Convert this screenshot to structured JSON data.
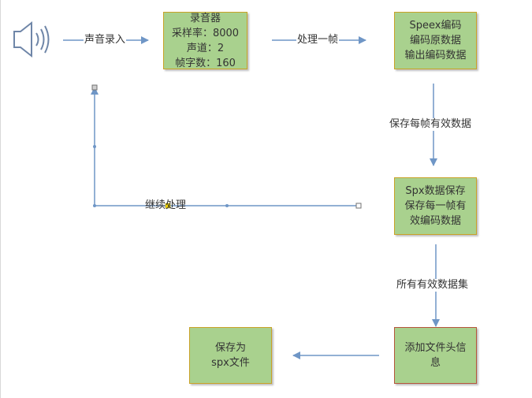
{
  "nodes": {
    "recorder": {
      "lines": [
        "录音器",
        "采样率：8000",
        "声道：2",
        "帧字数：160"
      ]
    },
    "speex": {
      "lines": [
        "Speex编码",
        "编码原数据",
        "输出编码数据"
      ]
    },
    "spx_save": {
      "lines": [
        "Spx数据保存",
        "保存每一帧有",
        "效编码数据"
      ]
    },
    "add_header": {
      "lines": [
        "添加文件头信",
        "息"
      ]
    },
    "save_file": {
      "lines": [
        "保存为",
        "spx文件"
      ]
    }
  },
  "edges": {
    "sound_input": "声音录入",
    "process_frame": "处理一帧",
    "save_each_frame": "保存每帧有效数据",
    "continue": "继续处理",
    "all_data": "所有有效数据集"
  },
  "icons": {
    "speaker": "speaker-icon"
  },
  "colors": {
    "node_fill": "#a9d18e",
    "node_border": "#c9a227",
    "arrow": "#6f96c6"
  }
}
